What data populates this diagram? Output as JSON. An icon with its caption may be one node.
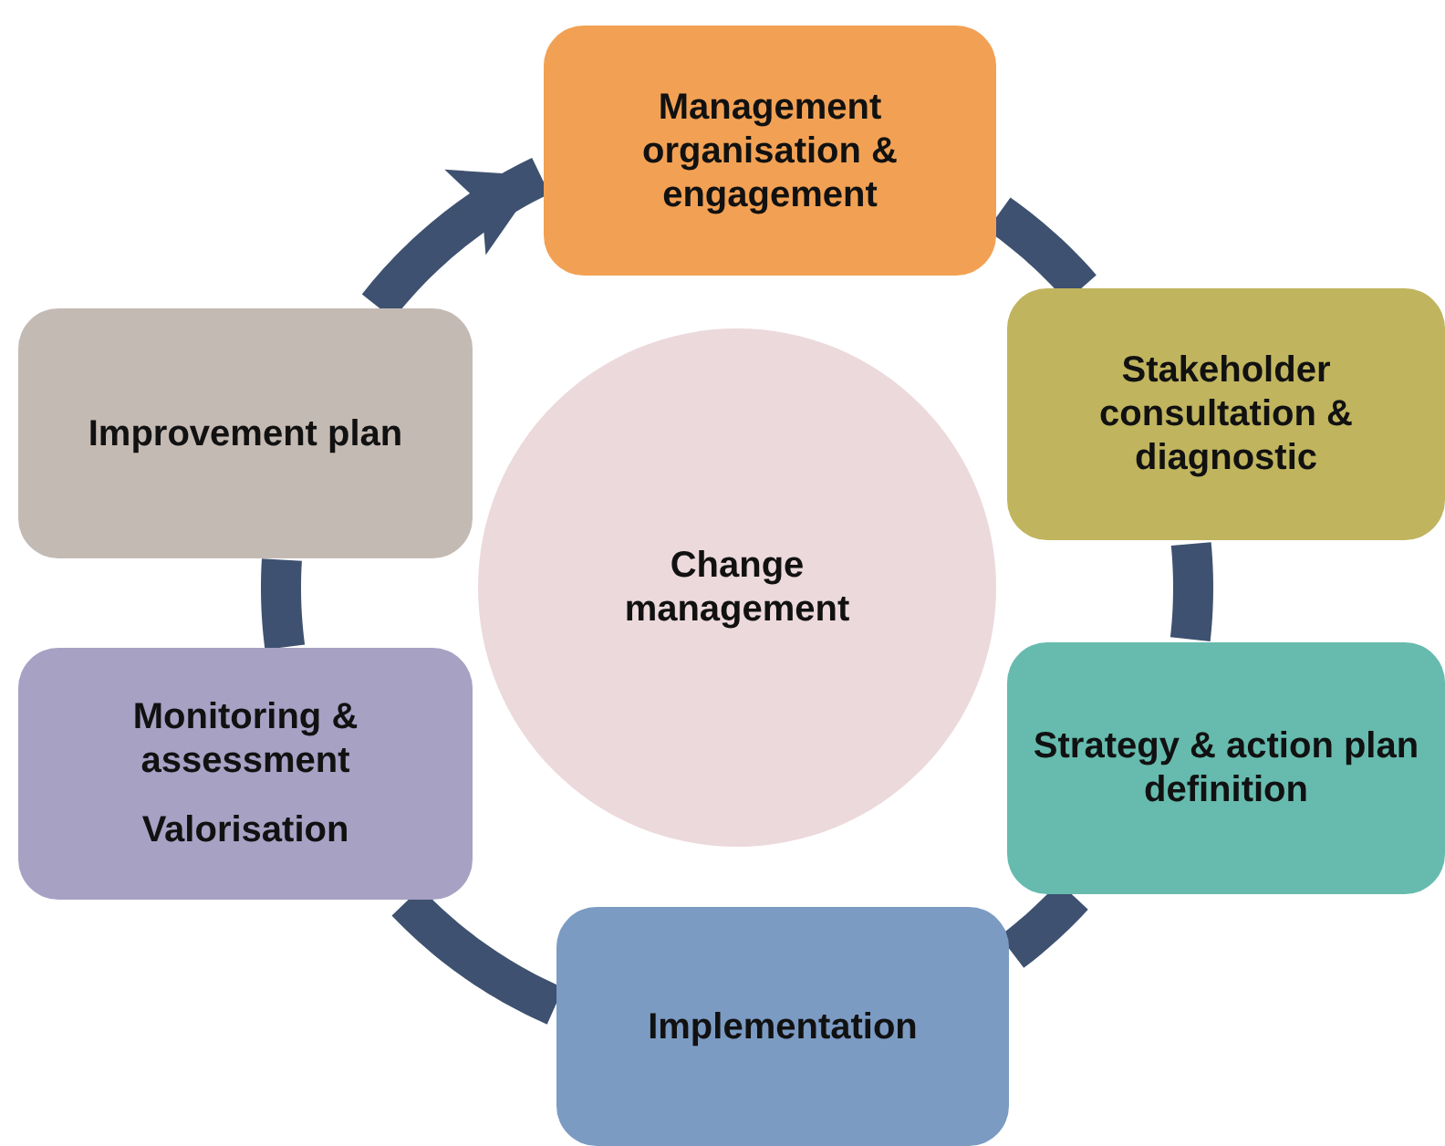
{
  "diagram": {
    "nodes": [
      {
        "text": [
          "Management organisation & engagement"
        ]
      },
      {
        "text": [
          "Stakeholder consultation & diagnostic"
        ]
      },
      {
        "text": [
          "Strategy & action plan definition"
        ]
      },
      {
        "text": [
          "Implementation"
        ]
      },
      {
        "text": [
          "Monitoring & assessment",
          "Valorisation"
        ]
      },
      {
        "text": [
          "Improvement plan"
        ]
      },
      {
        "text": [
          "Change management"
        ]
      }
    ],
    "edges": [
      {
        "from": 0,
        "to": 1,
        "arrow": "none"
      },
      {
        "from": 1,
        "to": 2,
        "arrow": "none"
      },
      {
        "from": 2,
        "to": 3,
        "arrow": "none"
      },
      {
        "from": 3,
        "to": 4,
        "arrow": "none"
      },
      {
        "from": 4,
        "to": 5,
        "arrow": "none"
      },
      {
        "from": 5,
        "to": 0,
        "arrow": "to"
      }
    ]
  }
}
